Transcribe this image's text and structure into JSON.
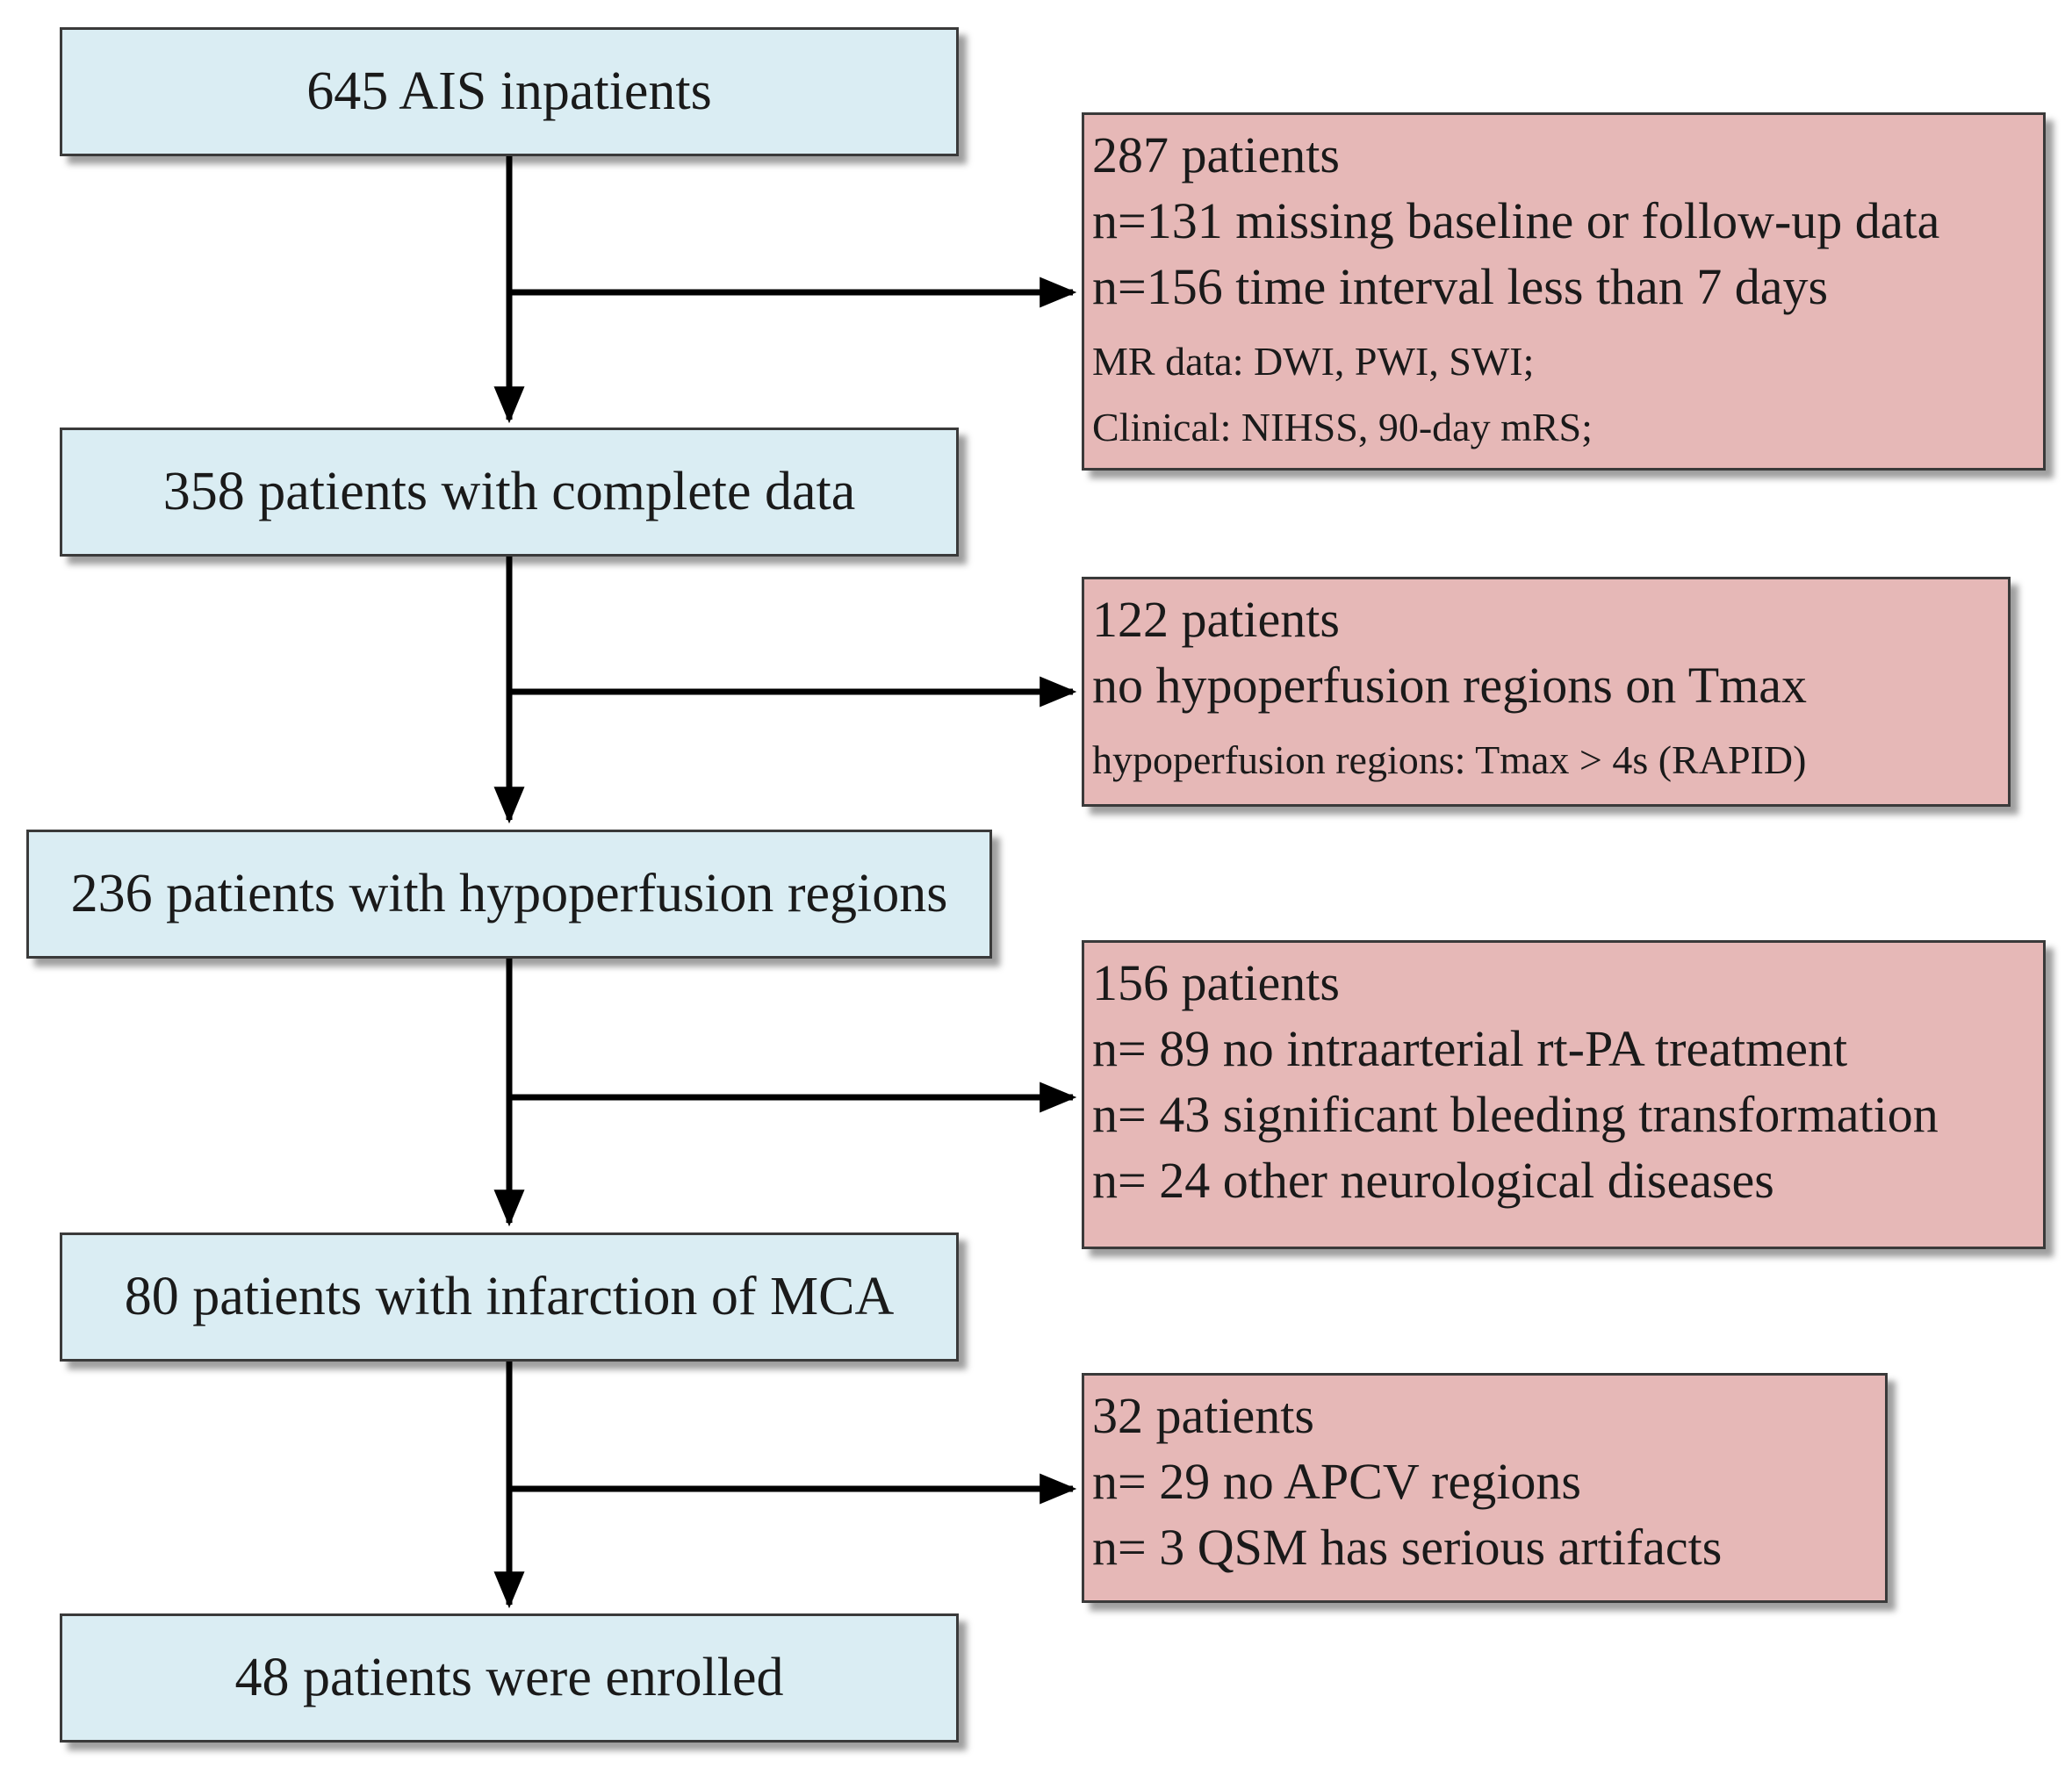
{
  "flow": {
    "steps": [
      {
        "label": "645 AIS inpatients"
      },
      {
        "label": "358 patients with complete data"
      },
      {
        "label": "236 patients with hypoperfusion regions"
      },
      {
        "label": "80 patients with infarction of MCA"
      },
      {
        "label": "48 patients were enrolled"
      }
    ],
    "exclusions": [
      {
        "title": "287 patients",
        "lines": [
          "n=131 missing baseline or follow-up data",
          "n=156 time interval less than 7 days"
        ],
        "notes": [
          "MR data: DWI, PWI, SWI;",
          "Clinical: NIHSS, 90-day mRS;"
        ]
      },
      {
        "title": "122  patients",
        "lines": [
          "no hypoperfusion regions on Tmax"
        ],
        "notes": [
          "hypoperfusion regions:  Tmax  > 4s (RAPID)"
        ]
      },
      {
        "title": "156 patients",
        "lines": [
          "n= 89 no intraarterial rt-PA treatment",
          "n= 43 significant bleeding transformation",
          "n= 24 other neurological diseases"
        ]
      },
      {
        "title": "32 patients",
        "lines": [
          "n= 29 no APCV regions",
          "n= 3 QSM has serious artifacts"
        ]
      }
    ]
  }
}
